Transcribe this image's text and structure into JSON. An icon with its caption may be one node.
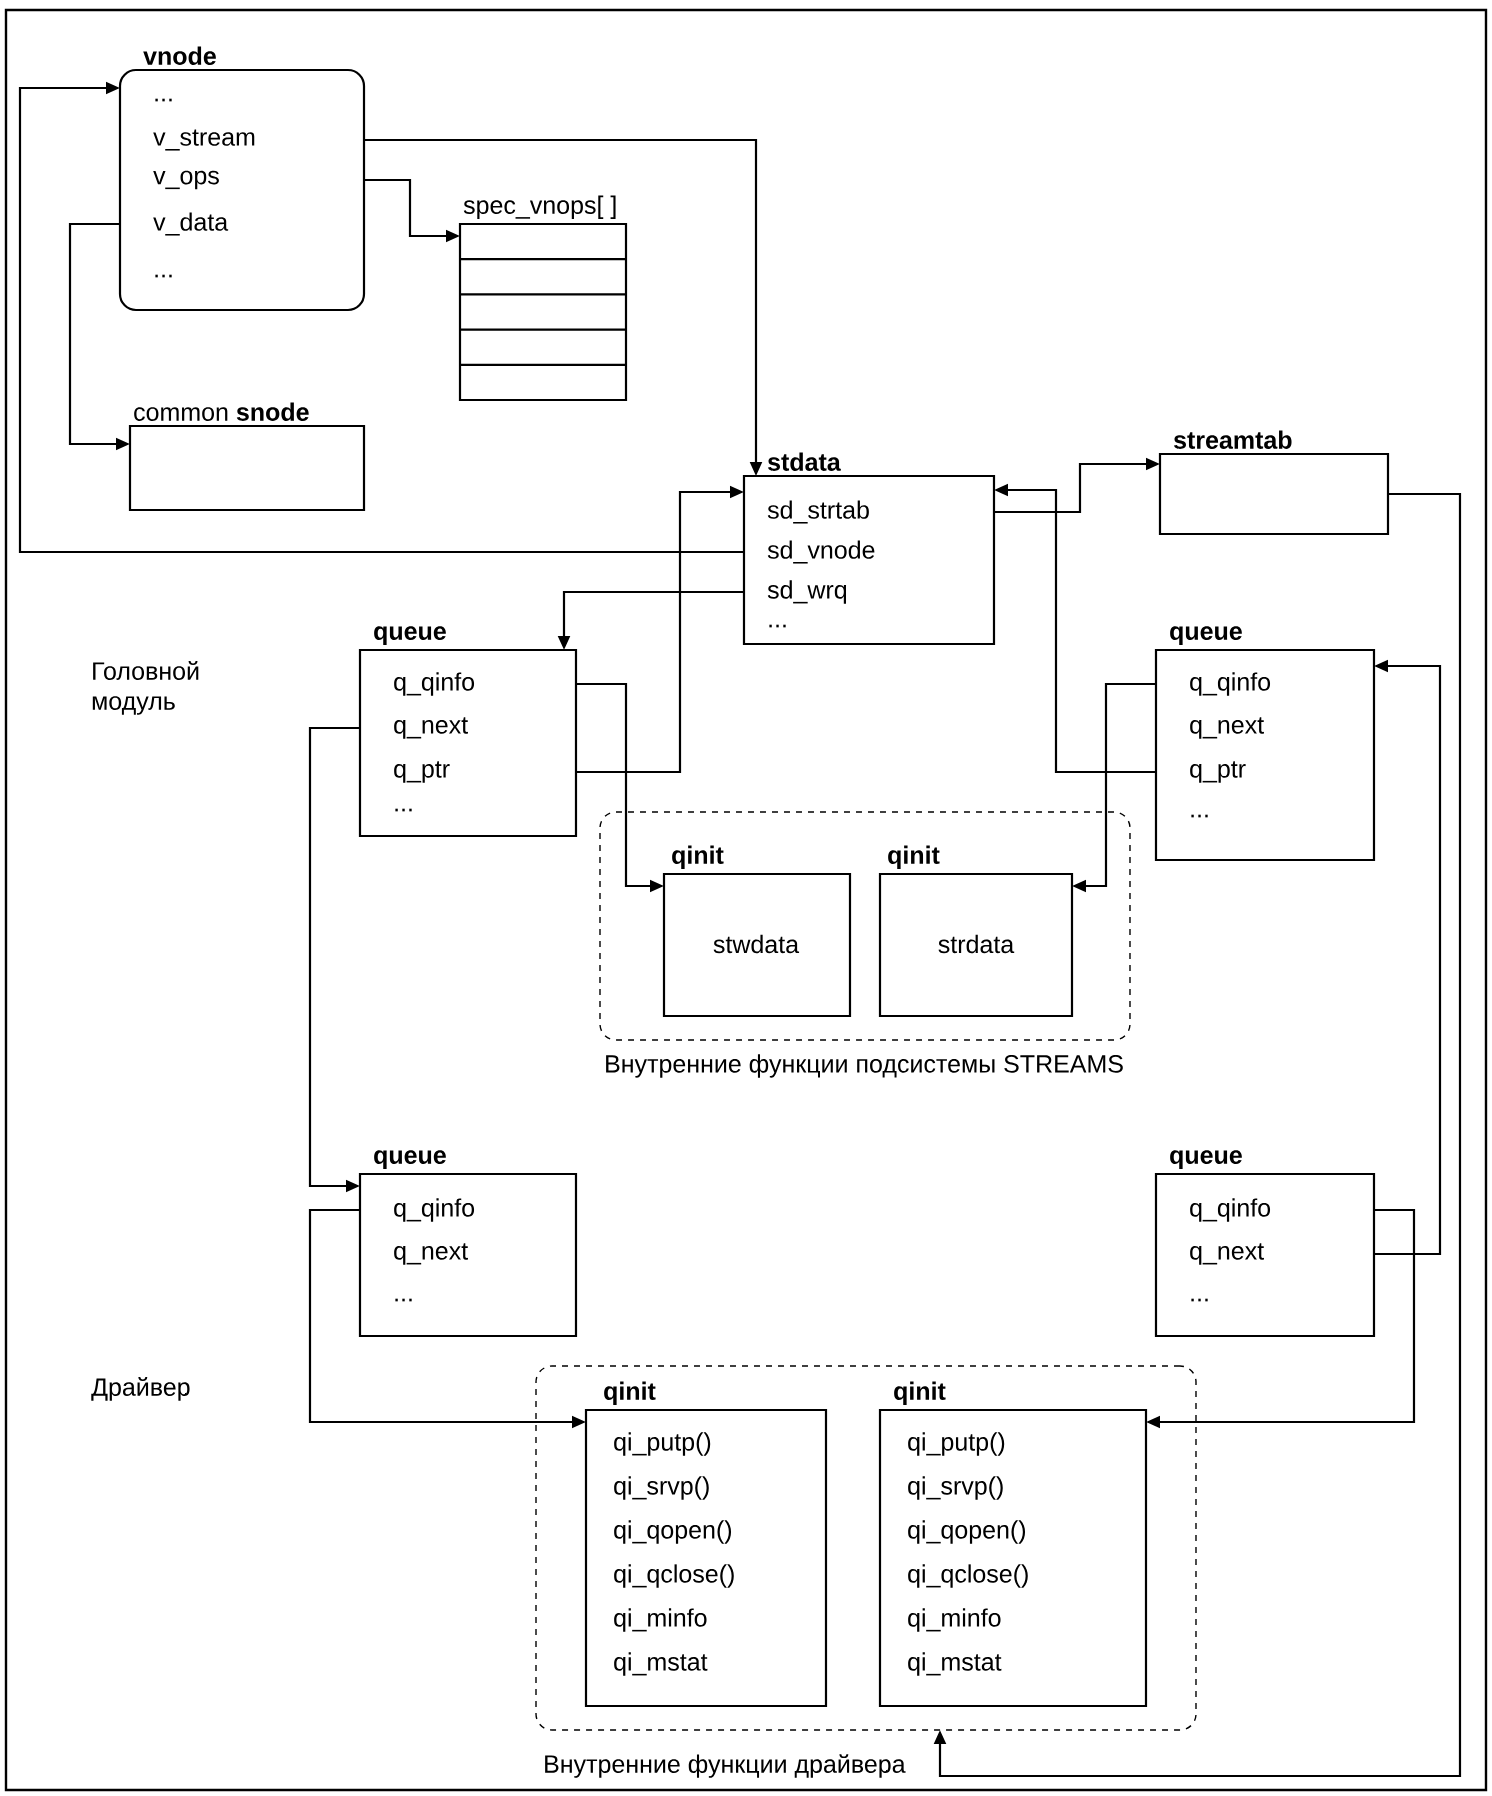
{
  "diagram": {
    "nodes": [
      {
        "text": [
          "vnode",
          "...",
          "v_stream",
          "v_ops",
          "v_data",
          "..."
        ]
      },
      {
        "text": [
          "spec_vnops[ ]"
        ]
      },
      {
        "text": [
          "common **snode**"
        ]
      },
      {
        "text": [
          "stdata",
          "sd_strtab",
          "sd_vnode",
          "sd_wrq",
          "..."
        ]
      },
      {
        "text": [
          "streamtab"
        ]
      },
      {
        "text": [
          "queue",
          "q_qinfo",
          "q_next",
          "q_ptr",
          "..."
        ]
      },
      {
        "text": [
          "queue",
          "q_qinfo",
          "q_next",
          "q_ptr",
          "..."
        ]
      },
      {
        "text": [
          "Внутренние функции подсистемы STREAMS"
        ]
      },
      {
        "text": [
          "qinit",
          "stwdata"
        ],
        "in": 7
      },
      {
        "text": [
          "qinit",
          "strdata"
        ],
        "in": 7
      },
      {
        "text": [
          "queue",
          "q_qinfo",
          "q_next",
          "..."
        ]
      },
      {
        "text": [
          "queue",
          "q_qinfo",
          "q_next",
          "..."
        ]
      },
      {
        "text": [
          "Внутренние функции драйвера"
        ]
      },
      {
        "text": [
          "qinit",
          "qi_putp()",
          "qi_srvp()",
          "qi_qopen()",
          "qi_qclose()",
          "qi_minfo",
          "qi_mstat"
        ],
        "in": 12
      },
      {
        "text": [
          "qinit",
          "qi_putp()",
          "qi_srvp()",
          "qi_qopen()",
          "qi_qclose()",
          "qi_minfo",
          "qi_mstat"
        ],
        "in": 12
      }
    ],
    "edges": [
      {
        "from": 0,
        "to": 1,
        "arrow": "to"
      },
      {
        "from": 0,
        "to": 2,
        "arrow": "to"
      },
      {
        "from": 0,
        "to": 3,
        "arrow": "to"
      },
      {
        "from": 3,
        "to": 0,
        "arrow": "to"
      },
      {
        "from": 5,
        "to": 3,
        "arrow": "to"
      },
      {
        "from": 3,
        "to": 4,
        "arrow": "to"
      },
      {
        "from": 3,
        "to": 5,
        "arrow": "to"
      },
      {
        "from": 6,
        "to": 3,
        "arrow": "to"
      },
      {
        "from": 5,
        "to": 8,
        "arrow": "to"
      },
      {
        "from": 6,
        "to": 9,
        "arrow": "to"
      },
      {
        "from": 5,
        "to": 10,
        "arrow": "to"
      },
      {
        "from": 11,
        "to": 6,
        "arrow": "to"
      },
      {
        "from": 11,
        "to": 14,
        "arrow": "to"
      },
      {
        "from": 10,
        "to": 13,
        "arrow": "to"
      },
      {
        "from": 4,
        "to": 12,
        "arrow": "to"
      }
    ],
    "labels": [
      "Головной модуль",
      "Драйвер"
    ]
  }
}
